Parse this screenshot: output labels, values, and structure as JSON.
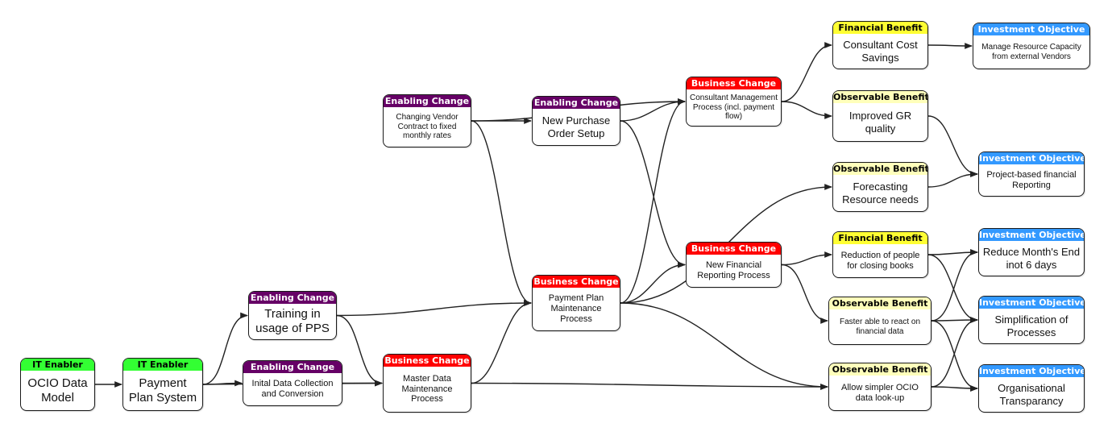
{
  "node_types": {
    "it": {
      "label": "IT Enabler",
      "color": "#33ff33"
    },
    "en": {
      "label": "Enabling Change",
      "color": "#660066"
    },
    "bc": {
      "label": "Business Change",
      "color": "#ff0000"
    },
    "fb": {
      "label": "Financial Benefit",
      "color": "#ffff33"
    },
    "ob": {
      "label": "Observable Benefit",
      "color": "#ffffbb"
    },
    "io": {
      "label": "Investment Objective",
      "color": "#3399ff"
    }
  },
  "nodes": {
    "ocio": {
      "header": "IT Enabler",
      "text": "OCIO Data Model"
    },
    "pps": {
      "header": "IT Enabler",
      "text": "Payment Plan System"
    },
    "training": {
      "header": "Enabling Change",
      "text": "Training in usage of PPS"
    },
    "initial_data": {
      "header": "Enabling Change",
      "text": "Inital Data Collection and Conversion"
    },
    "vendor_contract": {
      "header": "Enabling Change",
      "text": "Changing Vendor Contract to  fixed monthly rates"
    },
    "purchase_order": {
      "header": "Enabling Change",
      "text": "New Purchase Order Setup"
    },
    "master_data": {
      "header": "Business Change",
      "text": "Master Data Maintenance Process"
    },
    "payment_plan_process": {
      "header": "Business Change",
      "text": "Payment Plan Maintenance Process"
    },
    "consultant_process": {
      "header": "Business Change",
      "text": "Consultant Management Process (incl. payment flow)"
    },
    "financial_reporting": {
      "header": "Business Change",
      "text": "New Financial Reporting Process"
    },
    "cost_savings": {
      "header": "Financial Benefit",
      "text": "Consultant Cost Savings"
    },
    "gr_quality": {
      "header": "Observable Benefit",
      "text": "Improved GR quality"
    },
    "forecasting": {
      "header": "Observable Benefit",
      "text": "Forecasting Resource needs"
    },
    "reduction_people": {
      "header": "Financial Benefit",
      "text": "Reduction of people for closing books"
    },
    "faster_react": {
      "header": "Observable Benefit",
      "text": "Faster able to react on financial data"
    },
    "simpler_lookup": {
      "header": "Observable Benefit",
      "text": "Allow simpler OCIO data look-up"
    },
    "resource_capacity": {
      "header": "Investment Objective",
      "text": "Manage Resource Capacity from external Vendors"
    },
    "project_reporting": {
      "header": "Investment Objective",
      "text": "Project-based financial Reporting"
    },
    "months_end": {
      "header": "Investment Objective",
      "text": "Reduce Month's End inot 6 days"
    },
    "simplification": {
      "header": "Investment Objective",
      "text": "Simplification of Processes"
    },
    "transparency": {
      "header": "Investment Objective",
      "text": "Organisational Transparancy"
    }
  },
  "edges": [
    {
      "from": "ocio",
      "to": "pps"
    },
    {
      "from": "pps",
      "to": "training"
    },
    {
      "from": "pps",
      "to": "initial_data"
    },
    {
      "from": "pps",
      "to": "master_data"
    },
    {
      "from": "training",
      "to": "payment_plan_process"
    },
    {
      "from": "training",
      "to": "master_data"
    },
    {
      "from": "initial_data",
      "to": "master_data"
    },
    {
      "from": "vendor_contract",
      "to": "consultant_process"
    },
    {
      "from": "vendor_contract",
      "to": "purchase_order"
    },
    {
      "from": "vendor_contract",
      "to": "payment_plan_process"
    },
    {
      "from": "purchase_order",
      "to": "consultant_process"
    },
    {
      "from": "purchase_order",
      "to": "financial_reporting"
    },
    {
      "from": "master_data",
      "to": "payment_plan_process"
    },
    {
      "from": "master_data",
      "to": "simpler_lookup"
    },
    {
      "from": "payment_plan_process",
      "to": "consultant_process"
    },
    {
      "from": "payment_plan_process",
      "to": "forecasting"
    },
    {
      "from": "payment_plan_process",
      "to": "financial_reporting"
    },
    {
      "from": "payment_plan_process",
      "to": "simpler_lookup"
    },
    {
      "from": "consultant_process",
      "to": "cost_savings"
    },
    {
      "from": "consultant_process",
      "to": "gr_quality"
    },
    {
      "from": "financial_reporting",
      "to": "reduction_people"
    },
    {
      "from": "financial_reporting",
      "to": "faster_react"
    },
    {
      "from": "cost_savings",
      "to": "resource_capacity"
    },
    {
      "from": "gr_quality",
      "to": "project_reporting"
    },
    {
      "from": "forecasting",
      "to": "project_reporting"
    },
    {
      "from": "reduction_people",
      "to": "months_end"
    },
    {
      "from": "reduction_people",
      "to": "simplification"
    },
    {
      "from": "faster_react",
      "to": "months_end"
    },
    {
      "from": "faster_react",
      "to": "simplification"
    },
    {
      "from": "faster_react",
      "to": "transparency"
    },
    {
      "from": "simpler_lookup",
      "to": "simplification"
    },
    {
      "from": "simpler_lookup",
      "to": "transparency"
    }
  ]
}
